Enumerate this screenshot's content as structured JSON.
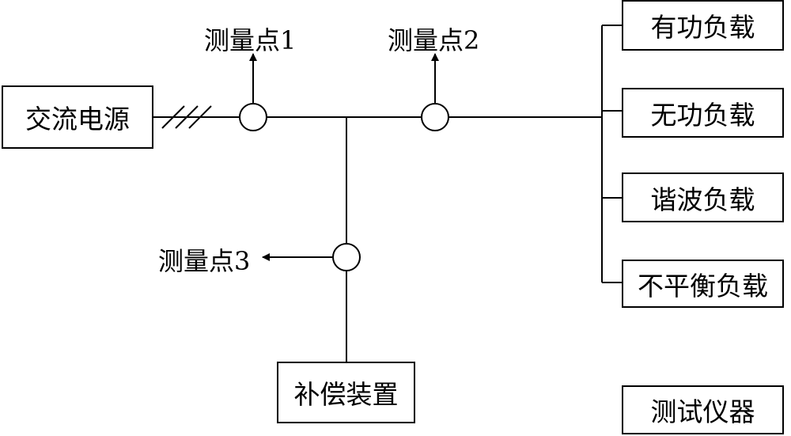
{
  "source": "交流电源",
  "compensator": "补偿装置",
  "instrument": "测试仪器",
  "measure_points": [
    "测量点1",
    "测量点2",
    "测量点3"
  ],
  "loads": [
    "有功负载",
    "无功负载",
    "谐波负载",
    "不平衡负载"
  ]
}
